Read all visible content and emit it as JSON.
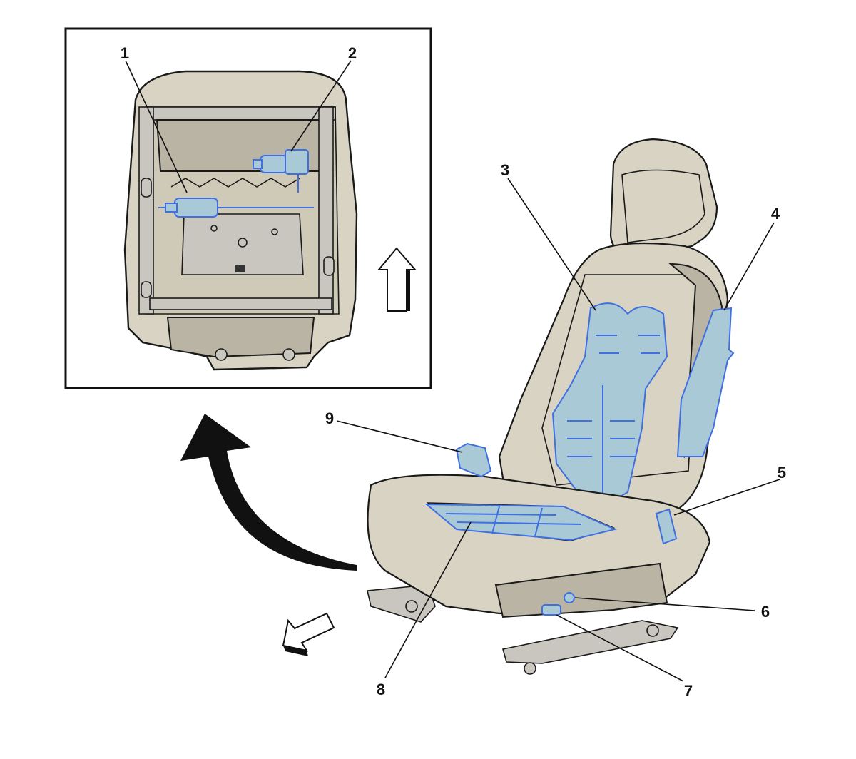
{
  "callouts": [
    {
      "id": "1",
      "label": "1"
    },
    {
      "id": "2",
      "label": "2"
    },
    {
      "id": "3",
      "label": "3"
    },
    {
      "id": "4",
      "label": "4"
    },
    {
      "id": "5",
      "label": "5"
    },
    {
      "id": "6",
      "label": "6"
    },
    {
      "id": "7",
      "label": "7"
    },
    {
      "id": "8",
      "label": "8"
    },
    {
      "id": "9",
      "label": "9"
    }
  ],
  "colors": {
    "seat_fill": "#d8d3c2",
    "highlight_fill": "#a9c9d6",
    "highlight_stroke": "#3f6fe0",
    "outline": "#1a1a1a"
  }
}
